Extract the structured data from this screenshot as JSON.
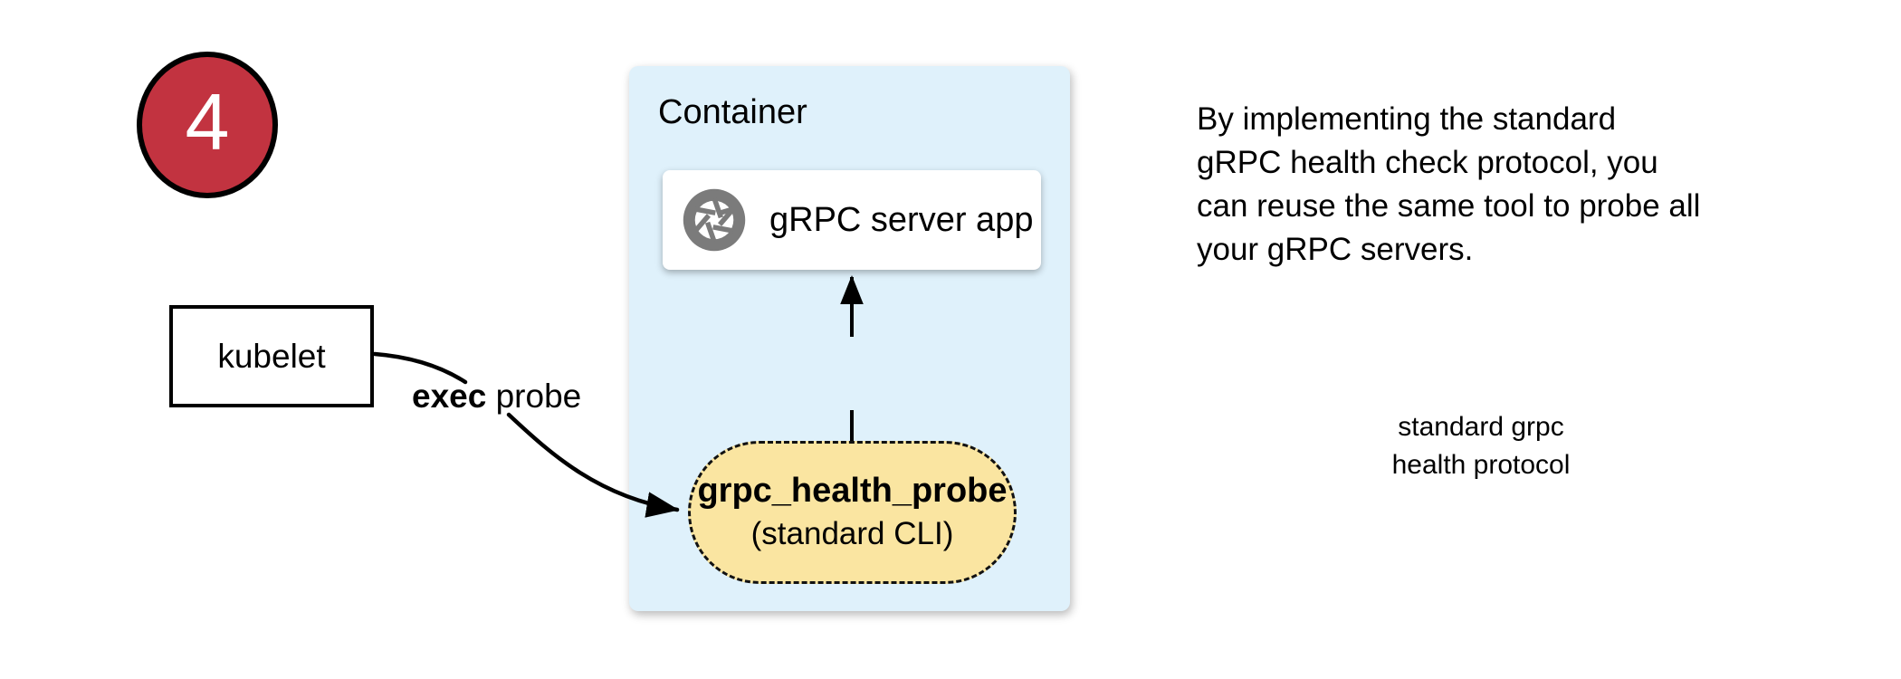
{
  "colors": {
    "badge_bg": "#C23340",
    "container_bg": "#DFF1FB",
    "probe_bg": "#FAE5A1",
    "node_bg": "#FFFFFF",
    "stroke": "#000000",
    "icon_gray": "#7B7B7B"
  },
  "badge": {
    "number": "4"
  },
  "kubelet_box": {
    "label": "kubelet"
  },
  "exec_probe_label": {
    "bold": "exec",
    "normal": "probe"
  },
  "container": {
    "title": "Container",
    "server_box": {
      "icon": "aperture-icon",
      "label": "gRPC server app"
    },
    "arrow_label": {
      "line1": "standard grpc",
      "line2": "health protocol"
    },
    "probe_box": {
      "title": "grpc_health_probe",
      "subtitle": "(standard CLI)"
    }
  },
  "note": {
    "lines": [
      "By implementing the standard",
      "gRPC health check protocol, you",
      "can reuse the same tool to probe all",
      "your gRPC servers."
    ]
  }
}
